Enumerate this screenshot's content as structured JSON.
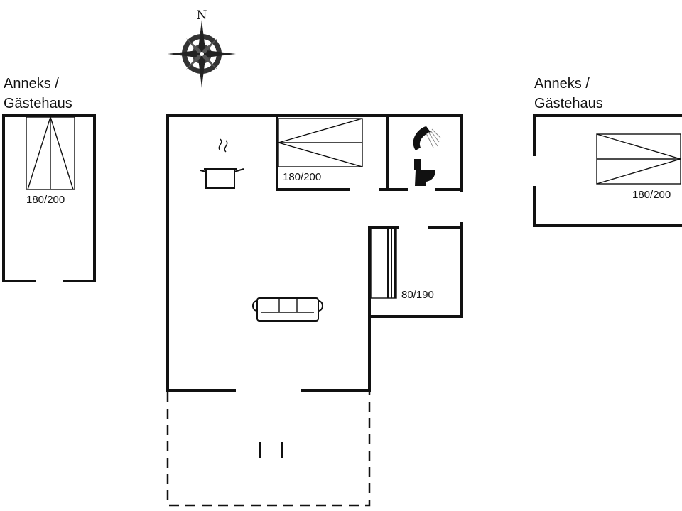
{
  "compass": {
    "north_label": "N"
  },
  "annex_left": {
    "title_line1": "Anneks /",
    "title_line2": "Gästehaus",
    "bed_size": "180/200"
  },
  "annex_right": {
    "title_line1": "Anneks /",
    "title_line2": "Gästehaus",
    "bed_size": "180/200"
  },
  "main_house": {
    "bedroom_bed_size": "180/200",
    "small_bed_size": "80/190"
  },
  "icons": {
    "compass": "compass-rose-icon",
    "cooking_pot": "cooking-pot-icon",
    "shower": "shower-icon",
    "toilet": "toilet-icon",
    "sofa": "sofa-icon"
  }
}
